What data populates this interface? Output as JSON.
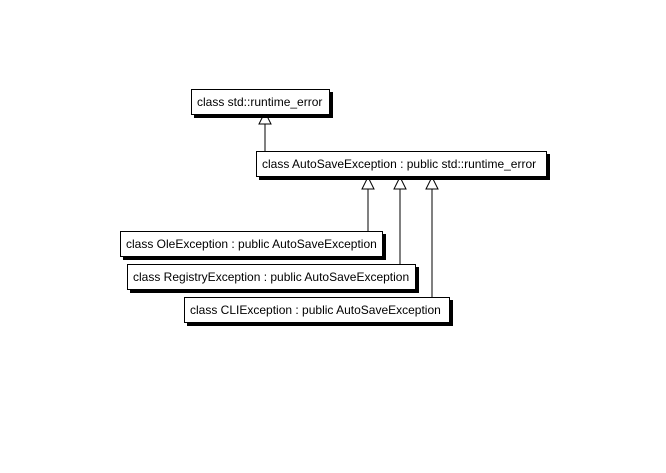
{
  "diagram": {
    "type": "class-inheritance",
    "classes": {
      "runtime_error": {
        "label": "class std::runtime_error"
      },
      "autosave": {
        "label": "class AutoSaveException : public std::runtime_error"
      },
      "ole": {
        "label": "class OleException : public AutoSaveException"
      },
      "registry": {
        "label": "class RegistryException : public AutoSaveException"
      },
      "cli": {
        "label": "class CLIException : public AutoSaveException"
      }
    },
    "relations": [
      {
        "from": "autosave",
        "to": "runtime_error",
        "kind": "inherits"
      },
      {
        "from": "ole",
        "to": "autosave",
        "kind": "inherits"
      },
      {
        "from": "registry",
        "to": "autosave",
        "kind": "inherits"
      },
      {
        "from": "cli",
        "to": "autosave",
        "kind": "inherits"
      }
    ],
    "colors": {
      "line": "#000000",
      "box_fill": "#ffffff",
      "background": "#ffffff"
    }
  }
}
